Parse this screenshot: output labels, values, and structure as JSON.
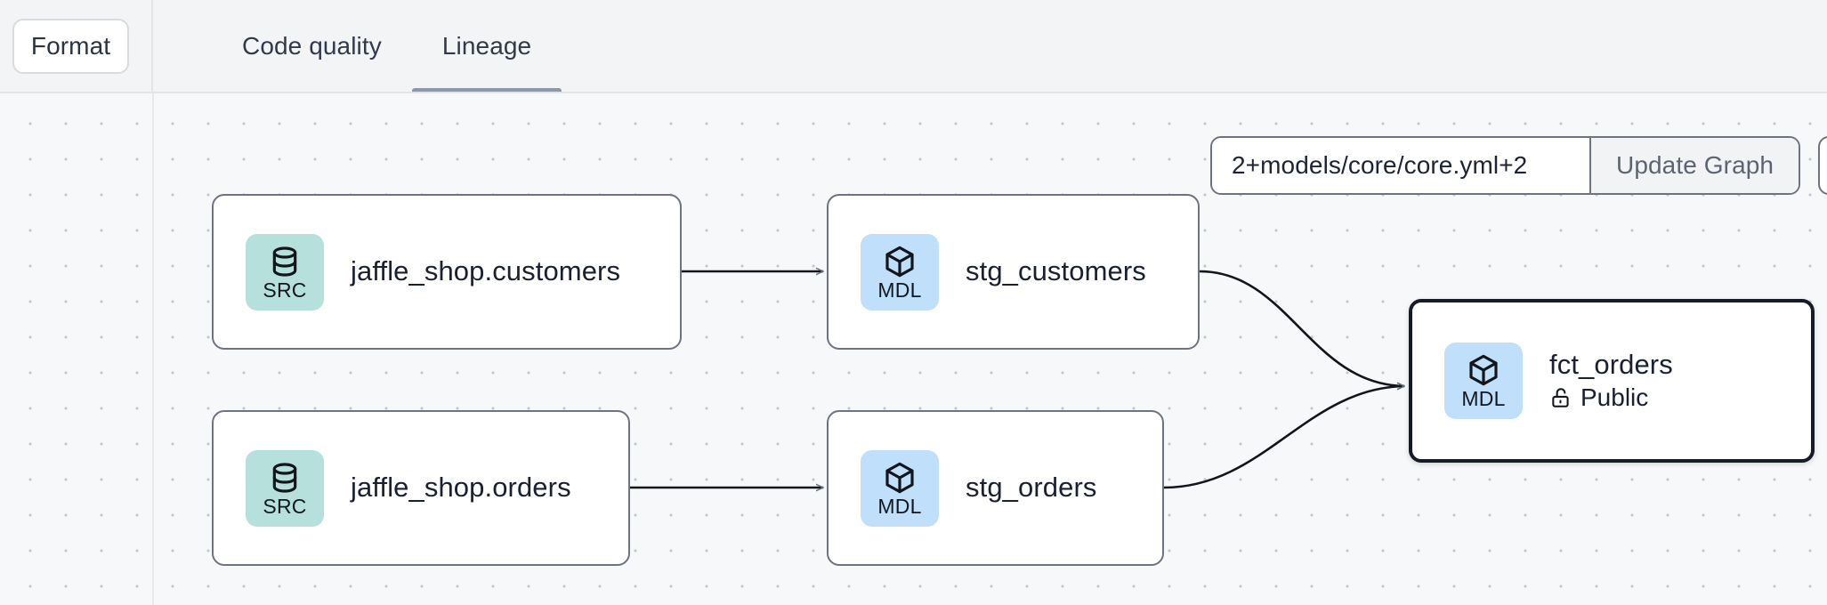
{
  "toolbar": {
    "format_label": "Format",
    "tabs": [
      {
        "label": "Code quality",
        "active": false
      },
      {
        "label": "Lineage",
        "active": true
      }
    ]
  },
  "graph_controls": {
    "selector_value": "2+models/core/core.yml+2",
    "selector_placeholder": "2+models/core/core.yml+2",
    "update_graph_label": "Update Graph"
  },
  "lineage": {
    "nodes": [
      {
        "id": "src_customers",
        "badge_type": "SRC",
        "badge_icon": "database-icon",
        "title": "jaffle_shop.customers",
        "subtitle": null,
        "subtitle_icon": null,
        "selected": false
      },
      {
        "id": "stg_customers",
        "badge_type": "MDL",
        "badge_icon": "cube-icon",
        "title": "stg_customers",
        "subtitle": null,
        "subtitle_icon": null,
        "selected": false
      },
      {
        "id": "src_orders",
        "badge_type": "SRC",
        "badge_icon": "database-icon",
        "title": "jaffle_shop.orders",
        "subtitle": null,
        "subtitle_icon": null,
        "selected": false
      },
      {
        "id": "stg_orders",
        "badge_type": "MDL",
        "badge_icon": "cube-icon",
        "title": "stg_orders",
        "subtitle": null,
        "subtitle_icon": null,
        "selected": false
      },
      {
        "id": "fct_orders",
        "badge_type": "MDL",
        "badge_icon": "cube-icon",
        "title": "fct_orders",
        "subtitle": "Public",
        "subtitle_icon": "unlock-icon",
        "selected": true
      }
    ],
    "edges": [
      {
        "from": "src_customers",
        "to": "stg_customers"
      },
      {
        "from": "src_orders",
        "to": "stg_orders"
      },
      {
        "from": "stg_customers",
        "to": "fct_orders"
      },
      {
        "from": "stg_orders",
        "to": "fct_orders"
      }
    ]
  },
  "colors": {
    "src_badge": "#b5e0dc",
    "mdl_badge": "#bfdffa",
    "node_border": "#6d7380",
    "selected_border": "#161b26",
    "canvas_bg": "#f7f8fa",
    "topbar_bg": "#f3f4f6",
    "tab_active_underline": "#8e97a5"
  }
}
